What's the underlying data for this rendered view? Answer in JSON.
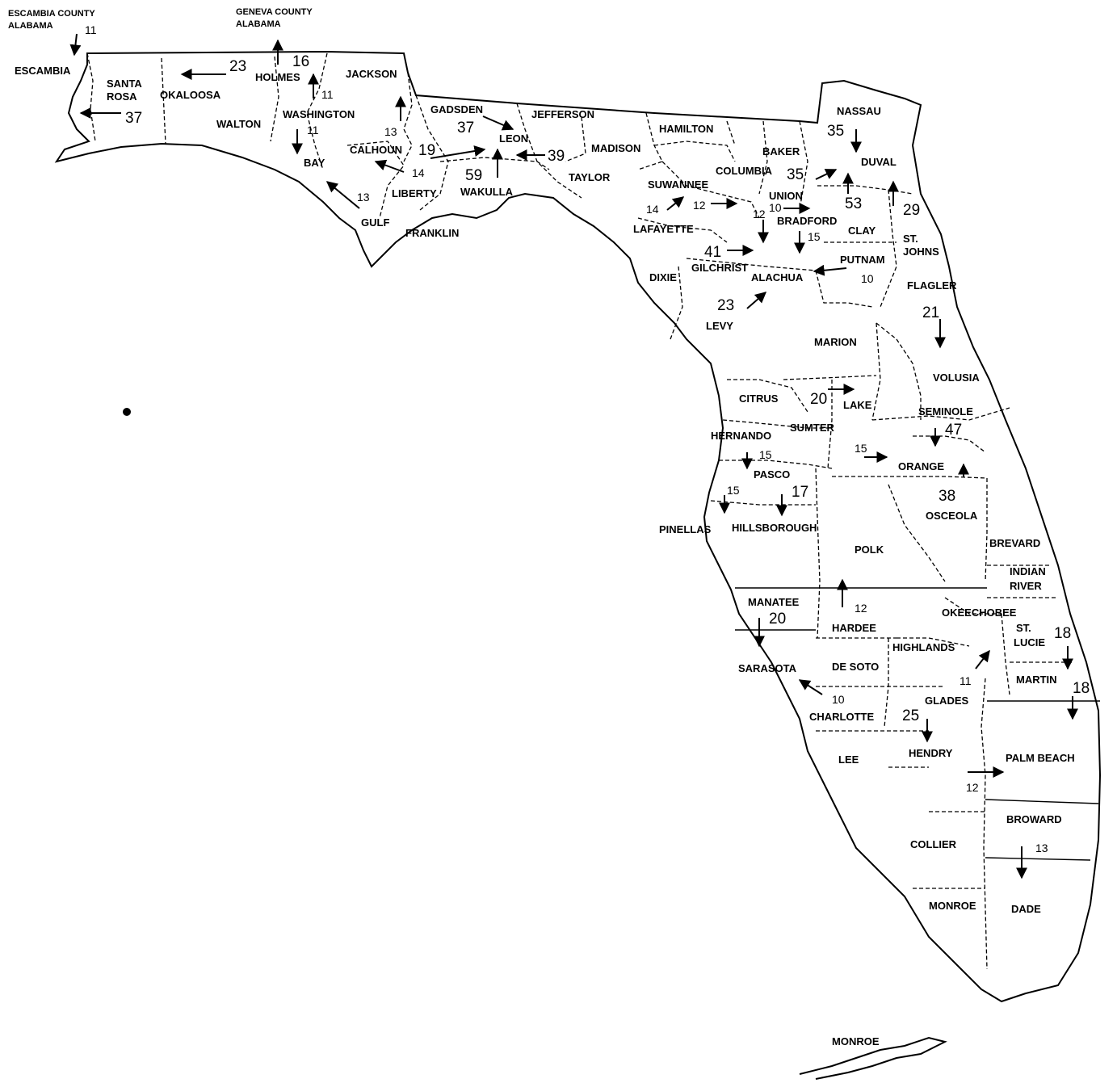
{
  "map": {
    "external_labels": [
      "ESCAMBIA COUNTY",
      "ALABAMA",
      "GENEVA COUNTY",
      "ALABAMA"
    ],
    "counties": [
      "ESCAMBIA",
      "SANTA",
      "ROSA",
      "OKALOOSA",
      "WALTON",
      "HOLMES",
      "JACKSON",
      "WASHINGTON",
      "BAY",
      "CALHOUN",
      "LIBERTY",
      "GULF",
      "FRANKLIN",
      "GADSDEN",
      "LEON",
      "WAKULLA",
      "JEFFERSON",
      "MADISON",
      "TAYLOR",
      "HAMILTON",
      "SUWANNEE",
      "LAFAYETTE",
      "COLUMBIA",
      "BAKER",
      "UNION",
      "BRADFORD",
      "NASSAU",
      "DUVAL",
      "CLAY",
      "ST.",
      "JOHNS",
      "PUTNAM",
      "FLAGLER",
      "GILCHRIST",
      "ALACHUA",
      "DIXIE",
      "LEVY",
      "MARION",
      "VOLUSIA",
      "CITRUS",
      "LAKE",
      "SEMINOLE",
      "SUMTER",
      "HERNANDO",
      "PASCO",
      "ORANGE",
      "OSCEOLA",
      "PINELLAS",
      "HILLSBOROUGH",
      "POLK",
      "BREVARD",
      "INDIAN",
      "RIVER",
      "MANATEE",
      "HARDEE",
      "OKEECHOBEE",
      "ST.",
      "LUCIE",
      "HIGHLANDS",
      "SARASOTA",
      "DE SOTO",
      "MARTIN",
      "GLADES",
      "CHARLOTTE",
      "LEE",
      "HENDRY",
      "PALM BEACH",
      "BROWARD",
      "COLLIER",
      "MONROE",
      "DADE",
      "MONROE"
    ],
    "flows": [
      "11",
      "23",
      "16",
      "11",
      "37",
      "11",
      "13",
      "37",
      "19",
      "14",
      "13",
      "59",
      "39",
      "35",
      "35",
      "53",
      "29",
      "14",
      "12",
      "12",
      "10",
      "15",
      "41",
      "10",
      "23",
      "21",
      "20",
      "47",
      "15",
      "15",
      "15",
      "17",
      "38",
      "12",
      "20",
      "18",
      "11",
      "10",
      "25",
      "18",
      "12",
      "13"
    ]
  }
}
